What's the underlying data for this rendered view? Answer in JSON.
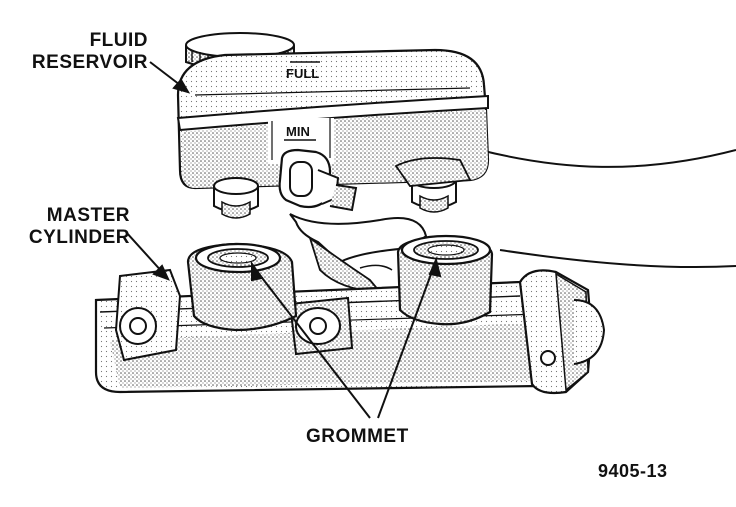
{
  "labels": {
    "fluid_reservoir_line1": "FLUID",
    "fluid_reservoir_line2": "RESERVOIR",
    "master_cylinder_line1": "MASTER",
    "master_cylinder_line2": "CYLINDER",
    "grommet": "GROMMET",
    "figure_number": "9405-13"
  },
  "markings": {
    "full": "FULL",
    "min": "MIN"
  },
  "colors": {
    "ink": "#111111",
    "shade": "#bdbdbd",
    "light_shade": "#dcdcdc",
    "background": "#ffffff"
  }
}
